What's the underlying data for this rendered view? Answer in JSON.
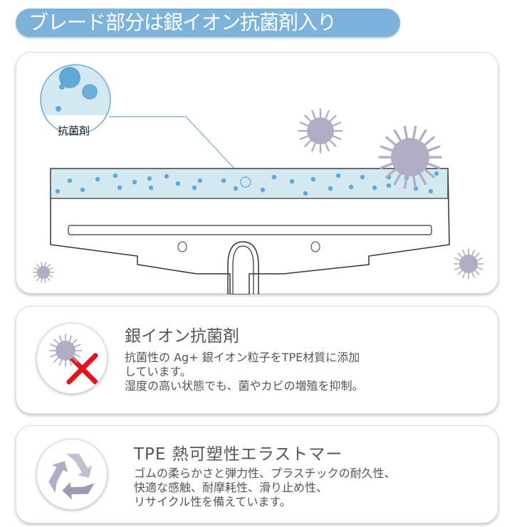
{
  "header": {
    "title": "ブレード部分は銀イオン抗菌剤入り"
  },
  "illustration": {
    "callout_label": "抗菌剤",
    "colors": {
      "blade_band": "#d4e8f2",
      "dot": "#5fa9d6",
      "virus": "#b1adc6",
      "callout_line": "#6eaad2"
    }
  },
  "features": [
    {
      "icon": "virus-crossed-icon",
      "title": "銀イオン抗菌剤",
      "lines": [
        "抗菌性の Ag+ 銀イオン粒子をTPE材質に添加",
        "しています。",
        "湿度の高い状態でも、菌やカビの増殖を抑制。"
      ],
      "cross_color": "#e0141e"
    },
    {
      "icon": "recycle-icon",
      "title": "TPE 熱可塑性エラストマー",
      "lines": [
        "ゴムの柔らかさと弾力性、プラスチックの耐久性、",
        "快適な感触、耐摩耗性、滑り止め性、",
        "リサイクル性を備えています。"
      ]
    }
  ]
}
